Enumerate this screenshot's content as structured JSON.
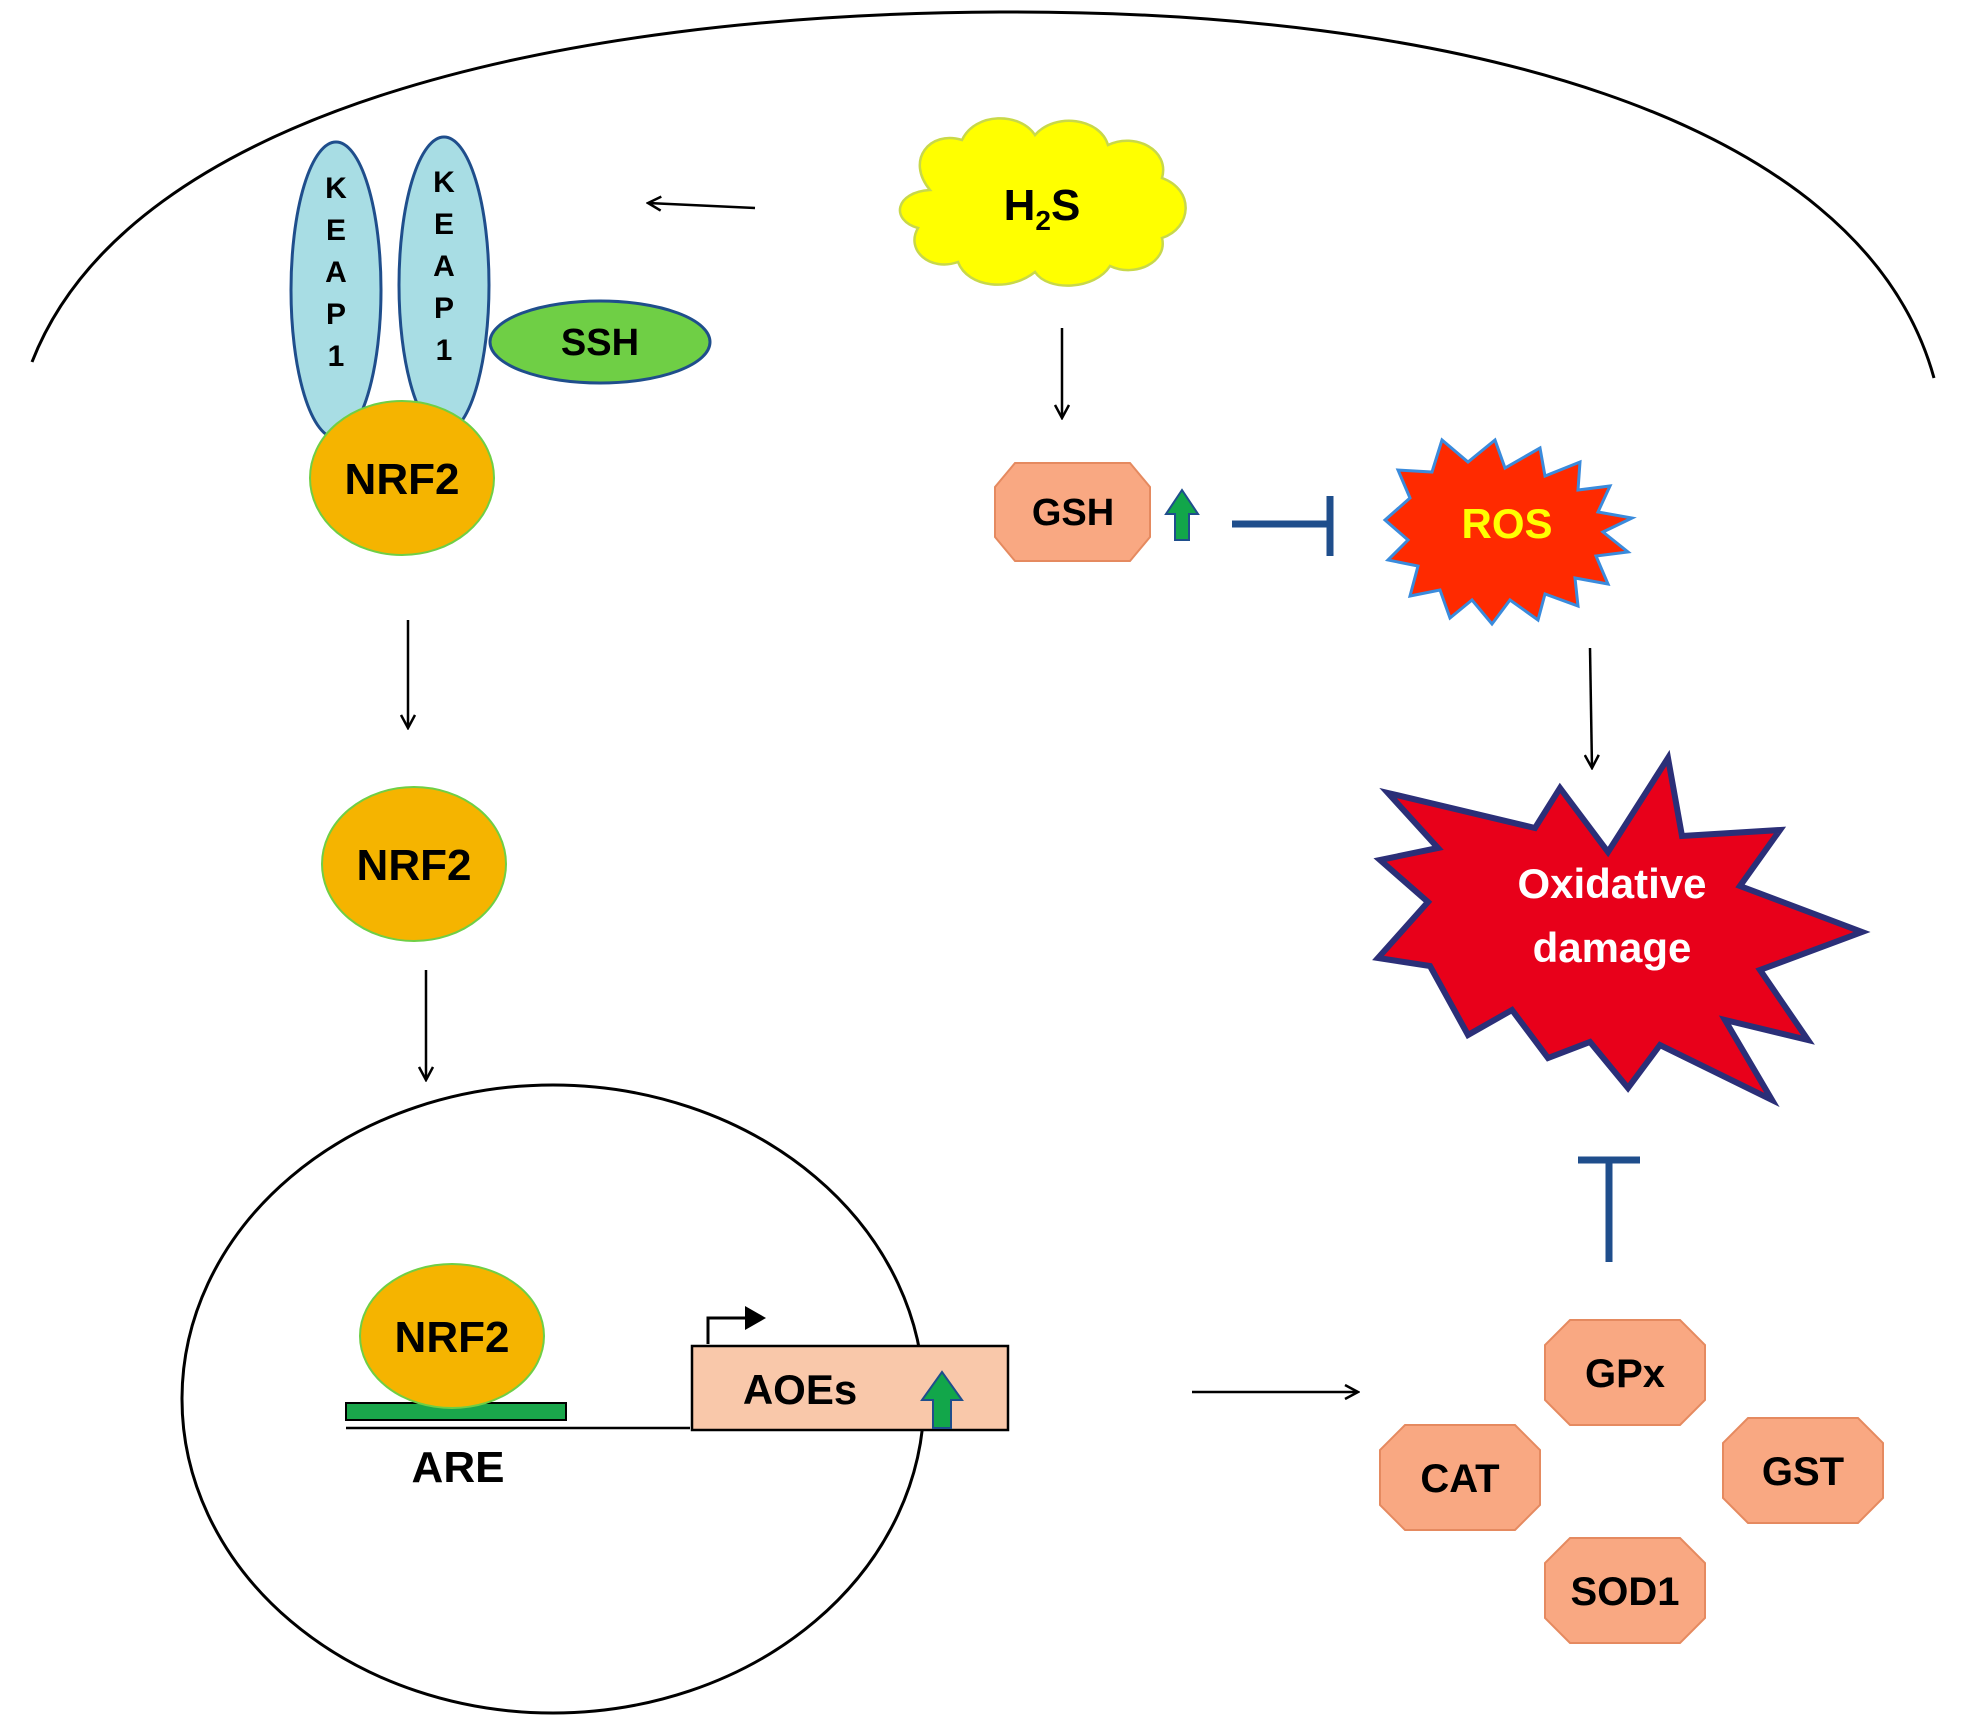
{
  "keap1_label": [
    "K",
    "E",
    "A",
    "P",
    "1"
  ],
  "ssh_label": "SSH",
  "nrf2_label": "NRF2",
  "h2s": {
    "main": "H",
    "sub": "2",
    "tail": "S"
  },
  "gsh_label": "GSH",
  "ros_label": "ROS",
  "damage_label": [
    "Oxidative",
    "damage"
  ],
  "are_label": "ARE",
  "aoes_label": "AOEs",
  "enzymes": [
    "GPx",
    "CAT",
    "GST",
    "SOD1"
  ],
  "colors": {
    "keap1_fill": "#a8dde4",
    "ssh_fill": "#6fcf45",
    "nrf2_fill": "#f5b400",
    "h2s_fill": "#ffff00",
    "gsh_fill": "#f9a882",
    "ros_fill": "#ff2a00",
    "ros_text": "#ffff00",
    "damage_fill": "#e8001a",
    "damage_stroke": "#2b2f78",
    "are_fill": "#1aa64b",
    "aoes_fill": "#f9c8aa",
    "up_arrow": "#12a64a",
    "inhibit": "#1f4e8c"
  },
  "icons": [
    "up-arrow-icon",
    "tss-arrow-icon",
    "inhibition-bar-icon"
  ]
}
